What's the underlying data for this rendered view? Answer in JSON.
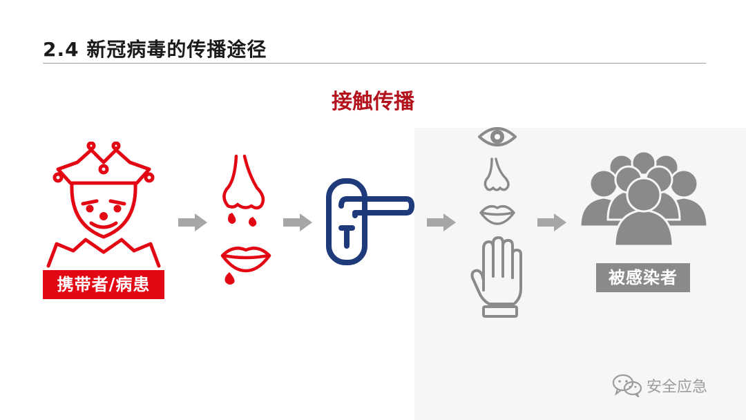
{
  "slide": {
    "title": "2.4 新冠病毒的传播途径",
    "subtitle": "接触传播"
  },
  "labels": {
    "source": "携带者/病患",
    "target": "被感染者"
  },
  "icons": {
    "source": "jester-patient-icon",
    "secretions": [
      "nose-drip-icon",
      "mouth-drip-icon"
    ],
    "surface": "door-handle-icon",
    "entry_points": [
      "eye-icon",
      "nose-icon",
      "mouth-icon",
      "hand-icon"
    ],
    "target": "crowd-icon"
  },
  "colors": {
    "source_red": "#e30613",
    "title_red": "#b3121c",
    "handle_blue": "#1f3a7a",
    "gray": "#8a8a8a",
    "arrow_gray": "#a6a6a6"
  },
  "watermark": {
    "text": "安全应急",
    "icon": "wechat-icon"
  }
}
